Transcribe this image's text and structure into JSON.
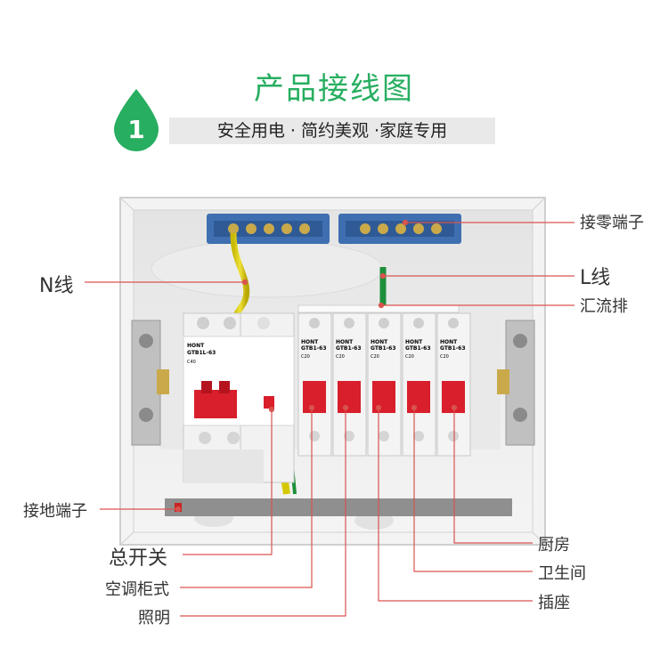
{
  "header": {
    "title": "产品接线图",
    "step_number": "1",
    "subtitle": "安全用电 · 简约美观 ·家庭专用"
  },
  "callouts": {
    "neutral_terminal": "接零端子",
    "n_wire": "N线",
    "l_wire": "L线",
    "busbar": "汇流排",
    "ground_terminal": "接地端子",
    "main_switch": "总开关",
    "kitchen": "厨房",
    "air_conditioner": "空调柜式",
    "bathroom": "卫生间",
    "socket": "插座",
    "lighting": "照明"
  },
  "breakers": {
    "brand": "HONT",
    "main_model": "GTB1L-63",
    "main_rating": "C40",
    "branch_model": "GTB1-63",
    "branch_rating": "C20"
  },
  "colors": {
    "accent_green": "#27ae60",
    "callout_line": "#d9534f",
    "breaker_red": "#d81f2b",
    "terminal_blue": "#3f6fb0"
  }
}
